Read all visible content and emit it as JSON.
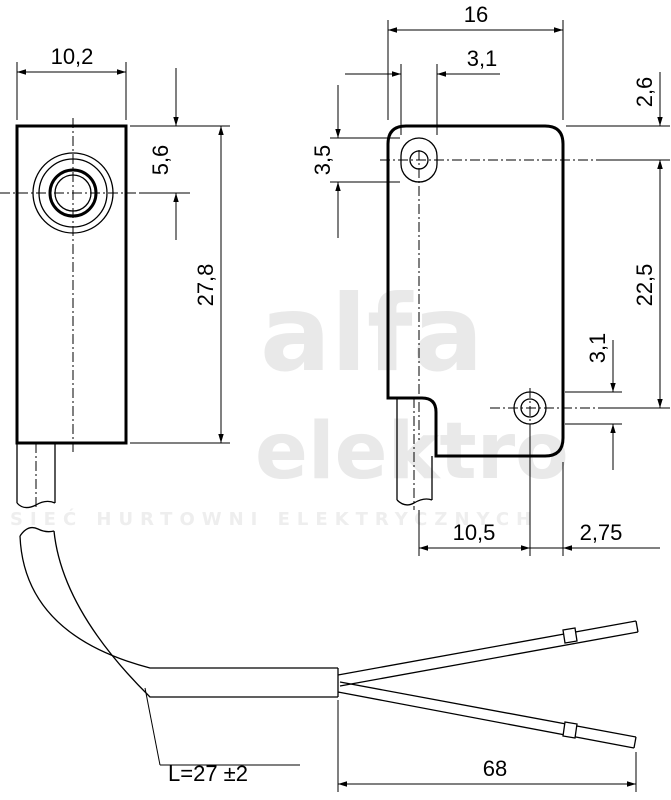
{
  "watermark": {
    "line1": "alfa",
    "line2": "elektro",
    "line3": "SIEĆ HURTOWNI ELEKTRYCZNYCH"
  },
  "front_view": {
    "width_dim": "10,2",
    "hole_offset_dim": "5,6",
    "height_dim": "27,8"
  },
  "side_view": {
    "width_dim": "16",
    "hole_x_dim": "3,1",
    "top_offset_dim": "2,6",
    "hole_dia_dim": "3,5",
    "hole_spacing_dim": "22,5",
    "lower_hole_dim": "3,1",
    "bottom_width_dim": "10,5",
    "right_offset_dim": "2,75"
  },
  "cable": {
    "length_dim": "L=27 ±2",
    "lead_dim": "68"
  }
}
